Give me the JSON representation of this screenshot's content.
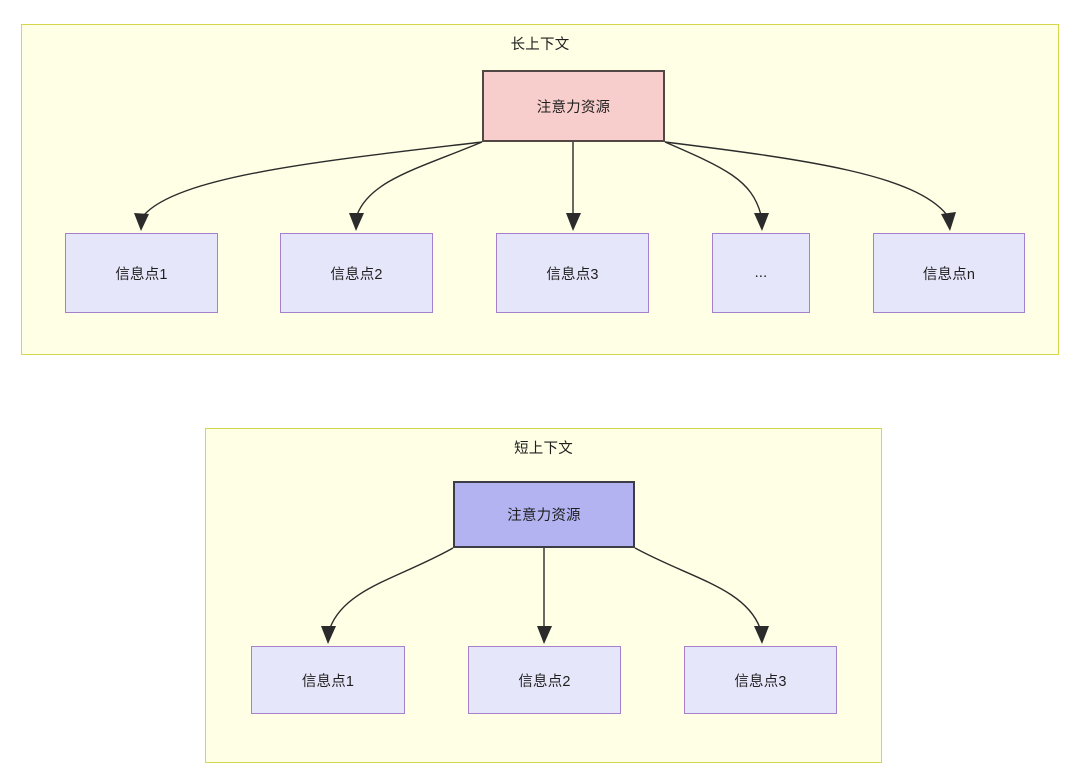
{
  "diagram": {
    "title_long": "长上下文",
    "title_short": "短上下文",
    "sections": [
      {
        "key": "long_context",
        "name": "长上下文",
        "root": {
          "label": "注意力资源",
          "fill": "#f8cecc",
          "stroke": "#514845"
        },
        "children": [
          {
            "label": "信息点1"
          },
          {
            "label": "信息点2"
          },
          {
            "label": "信息点3"
          },
          {
            "label": "..."
          },
          {
            "label": "信息点n"
          }
        ]
      },
      {
        "key": "short_context",
        "name": "短上下文",
        "root": {
          "label": "注意力资源",
          "fill": "#b3b3f2",
          "stroke": "#3d3d47"
        },
        "children": [
          {
            "label": "信息点1"
          },
          {
            "label": "信息点2"
          },
          {
            "label": "信息点3"
          }
        ]
      }
    ],
    "colors": {
      "container_fill": "#ffffe6",
      "container_stroke": "#d6d64d",
      "info_fill": "#e6e6fa",
      "info_stroke": "#a680cc",
      "edge_stroke": "#2b2b2b",
      "text": "#1f1f1f"
    }
  }
}
